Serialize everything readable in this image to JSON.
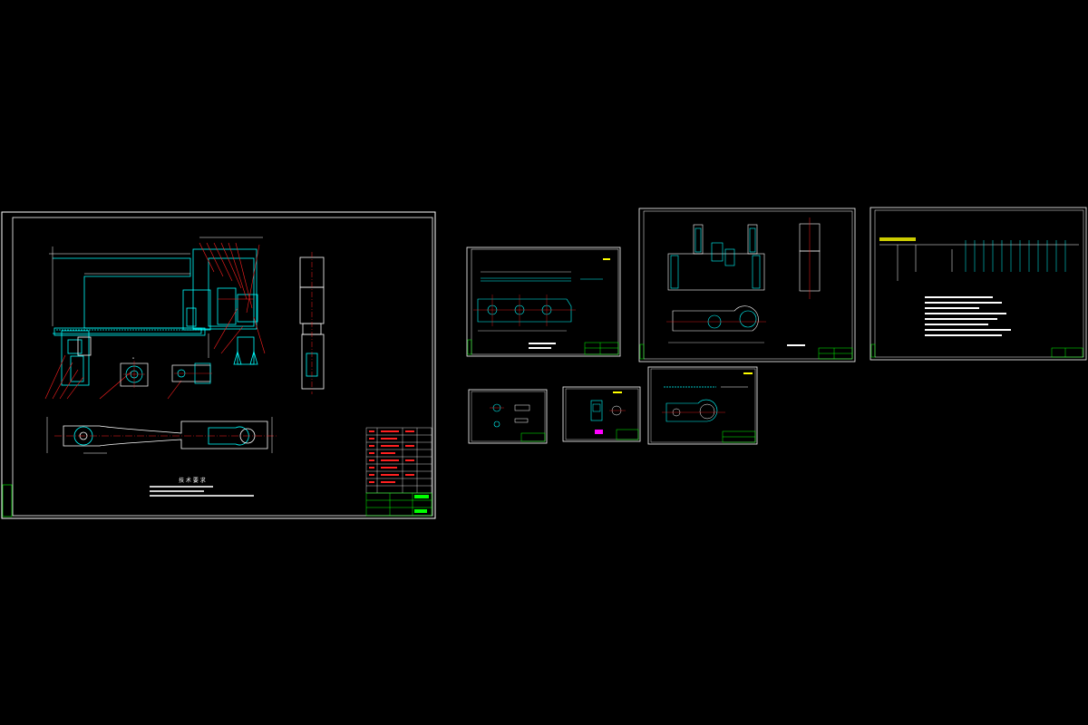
{
  "colors": {
    "background": "#000000",
    "border": "#ffffff",
    "geometry": "#00ffff",
    "centerline": "#ff2020",
    "dimension": "#ffffff",
    "titleblock": "#00ff00",
    "highlight": "#ff00ff",
    "annotation": "#ffff00"
  },
  "sheets": [
    {
      "id": "assembly-drawing",
      "notes": [
        "技 术 要 求"
      ]
    },
    {
      "id": "part-drawing-plate"
    },
    {
      "id": "part-drawing-housing"
    },
    {
      "id": "schematic-drawing"
    },
    {
      "id": "small-part-drawing-1"
    },
    {
      "id": "small-part-drawing-2"
    },
    {
      "id": "small-part-drawing-3"
    }
  ]
}
